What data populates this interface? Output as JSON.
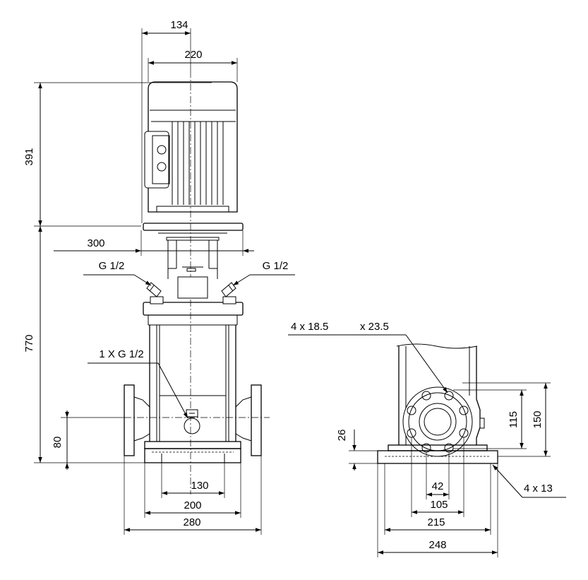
{
  "dimensions": {
    "motor_offset": "134",
    "motor_width": "220",
    "motor_height": "391",
    "base_height": "770",
    "motor_flange_width": "300",
    "port_left": "G 1/2",
    "port_right": "G 1/2",
    "drain_port": "1 X G 1/2",
    "inlet_height": "80",
    "foot_inner_width": "130",
    "foot_width": "200",
    "flange_span": "280",
    "bolt_holes": "4 x 18.5",
    "bolt_circle": "x 23.5",
    "flange_inner_height": "115",
    "flange_outer_height": "150",
    "foot_thickness": "26",
    "foot_holes": "4  x 13",
    "bolt_pitch_inner": "42",
    "bolt_pitch_outer": "105",
    "base_hole_span": "215",
    "base_width": "248"
  }
}
